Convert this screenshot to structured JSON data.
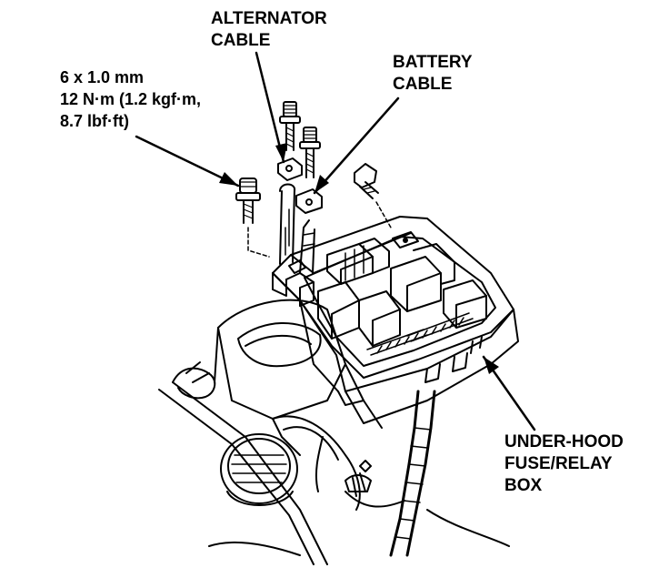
{
  "labels": {
    "alternator_cable": [
      "ALTERNATOR",
      "CABLE"
    ],
    "battery_cable": [
      "BATTERY",
      "CABLE"
    ],
    "bolt_spec": [
      "6 x 1.0 mm",
      "12 N·m (1.2 kgf·m,",
      "8.7 lbf·ft)"
    ],
    "fuse_box": [
      "UNDER-HOOD",
      "FUSE/RELAY",
      "BOX"
    ]
  },
  "colors": {
    "ink": "#000000",
    "paper": "#ffffff"
  }
}
